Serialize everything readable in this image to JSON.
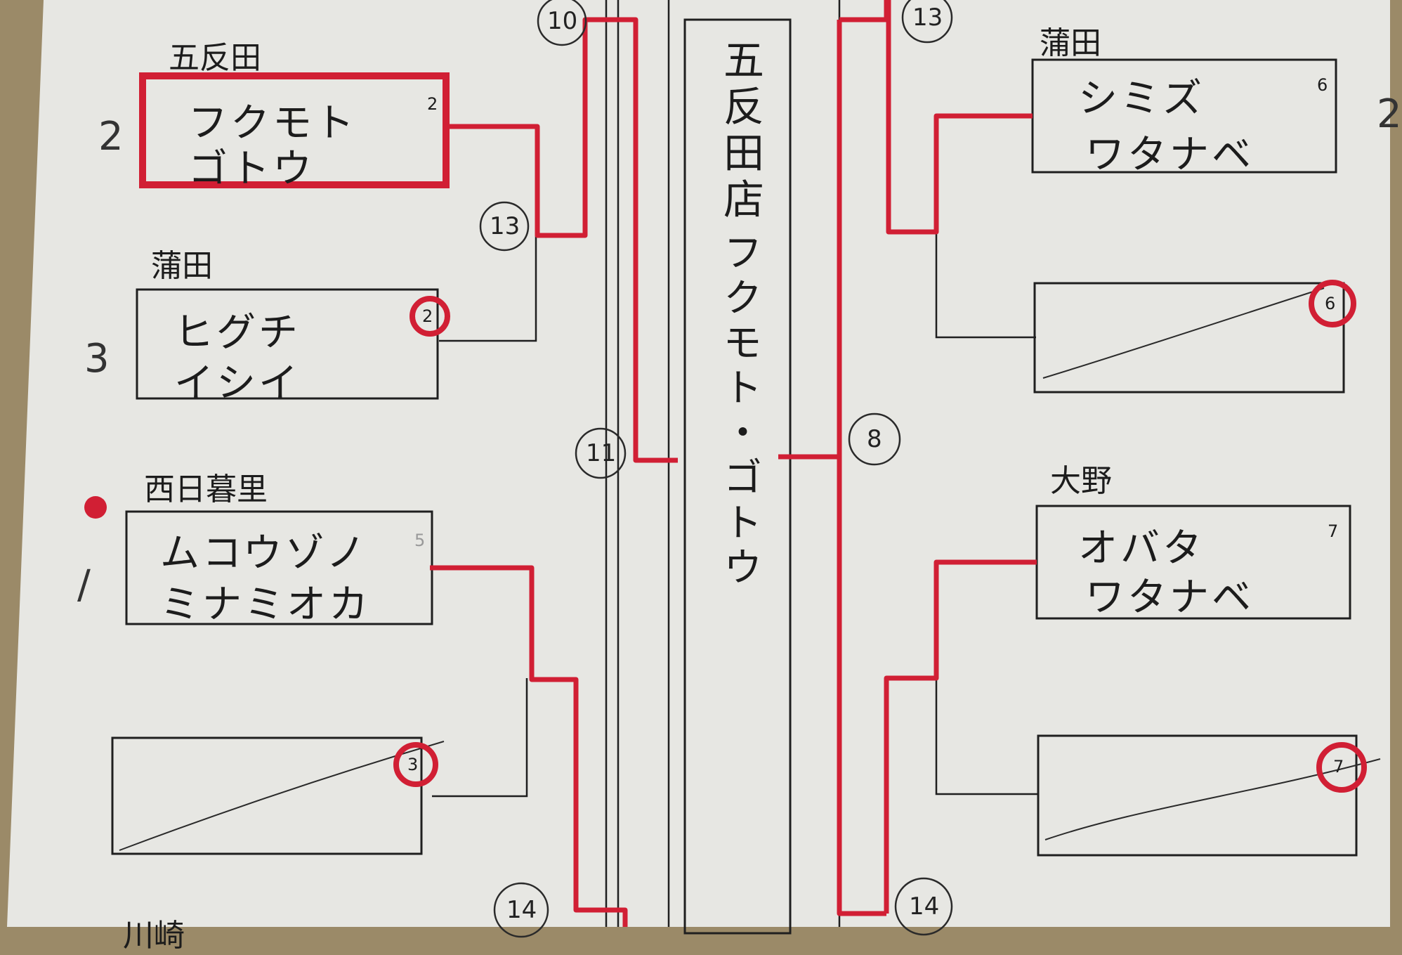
{
  "left": {
    "m1": {
      "team": "五反田",
      "players": [
        "フクモト",
        "ゴトウ"
      ],
      "seed": "2",
      "side_mark": "2"
    },
    "m2": {
      "team": "蒲田",
      "players": [
        "ヒグチ",
        "イシイ"
      ],
      "seed": "2",
      "side_mark": "3"
    },
    "m3": {
      "team": "西日暮里",
      "players": [
        "ムコウゾノ",
        "ミナミオカ"
      ],
      "seed": "5",
      "side_mark": "/"
    },
    "bye_seed": "3",
    "bottom_partial": "川崎"
  },
  "right": {
    "m1": {
      "team": "蒲田",
      "players": [
        "シミズ",
        "ワタナベ"
      ],
      "seed": "6",
      "side_mark": "2"
    },
    "bye1_seed": "6",
    "m2": {
      "team": "大野",
      "players": [
        "オバタ",
        "ワタナベ"
      ],
      "seed": "7"
    },
    "bye2_seed": "7"
  },
  "center": {
    "shop": "五反田店",
    "winner": "フクモト・ゴトウ"
  },
  "match_numbers": {
    "top_left": "10",
    "mid_left_a": "13",
    "mid_left_b": "11",
    "bottom_left": "14",
    "top_right": "13",
    "mid_right": "8",
    "bottom_right": "14"
  },
  "colors": {
    "paper": "#e7e7e3",
    "ink": "#1f1f1f",
    "red_marker": "#d11f34",
    "desk": "#9b8a68"
  }
}
